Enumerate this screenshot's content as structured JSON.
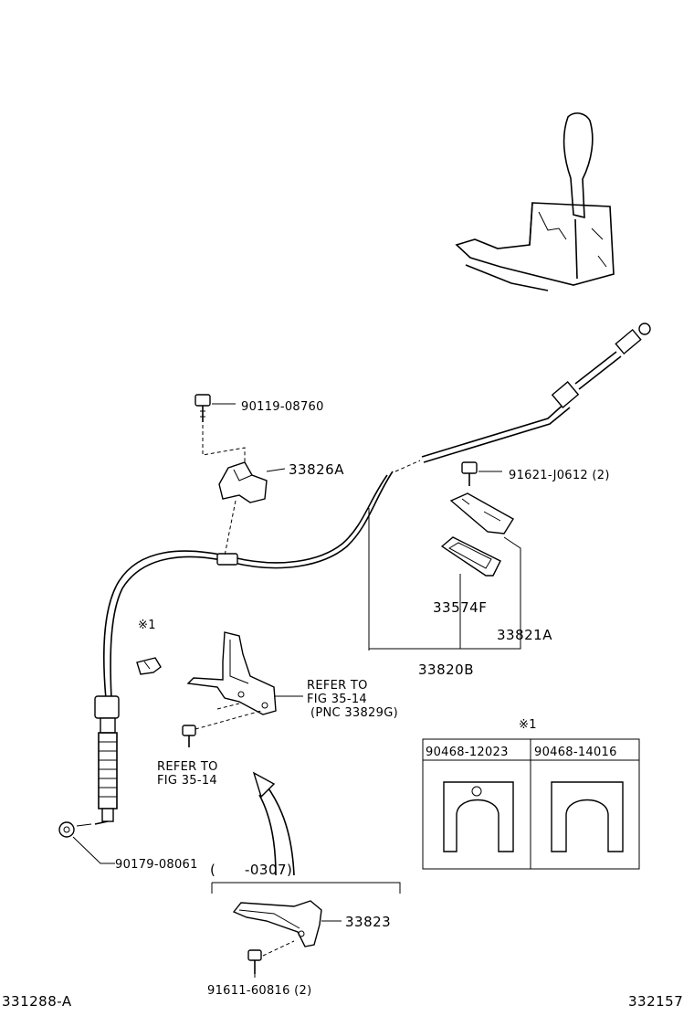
{
  "labels": {
    "bolt_top": "90119-08760",
    "clamp": "33826A",
    "bolt_right": "91621-J0612 (2)",
    "retainer": "33574F",
    "bracket_right": "33821A",
    "cable_assy": "33820B",
    "note_mark": "※1",
    "refer1_line1": "REFER TO",
    "refer1_line2": "FIG 35-14",
    "refer1_line3": "(PNC 33829G)",
    "refer2_line1": "REFER TO",
    "refer2_line2": "FIG 35-14",
    "nut": "90179-08061",
    "range": "(      -0307)",
    "bracket_bottom": "33823",
    "bolt_bottom": "91611-60816 (2)",
    "footer_left": "331288-A",
    "footer_right": "332157"
  },
  "clip_table": {
    "title": "※1",
    "columns": [
      "90468-12023",
      "90468-14016"
    ]
  }
}
